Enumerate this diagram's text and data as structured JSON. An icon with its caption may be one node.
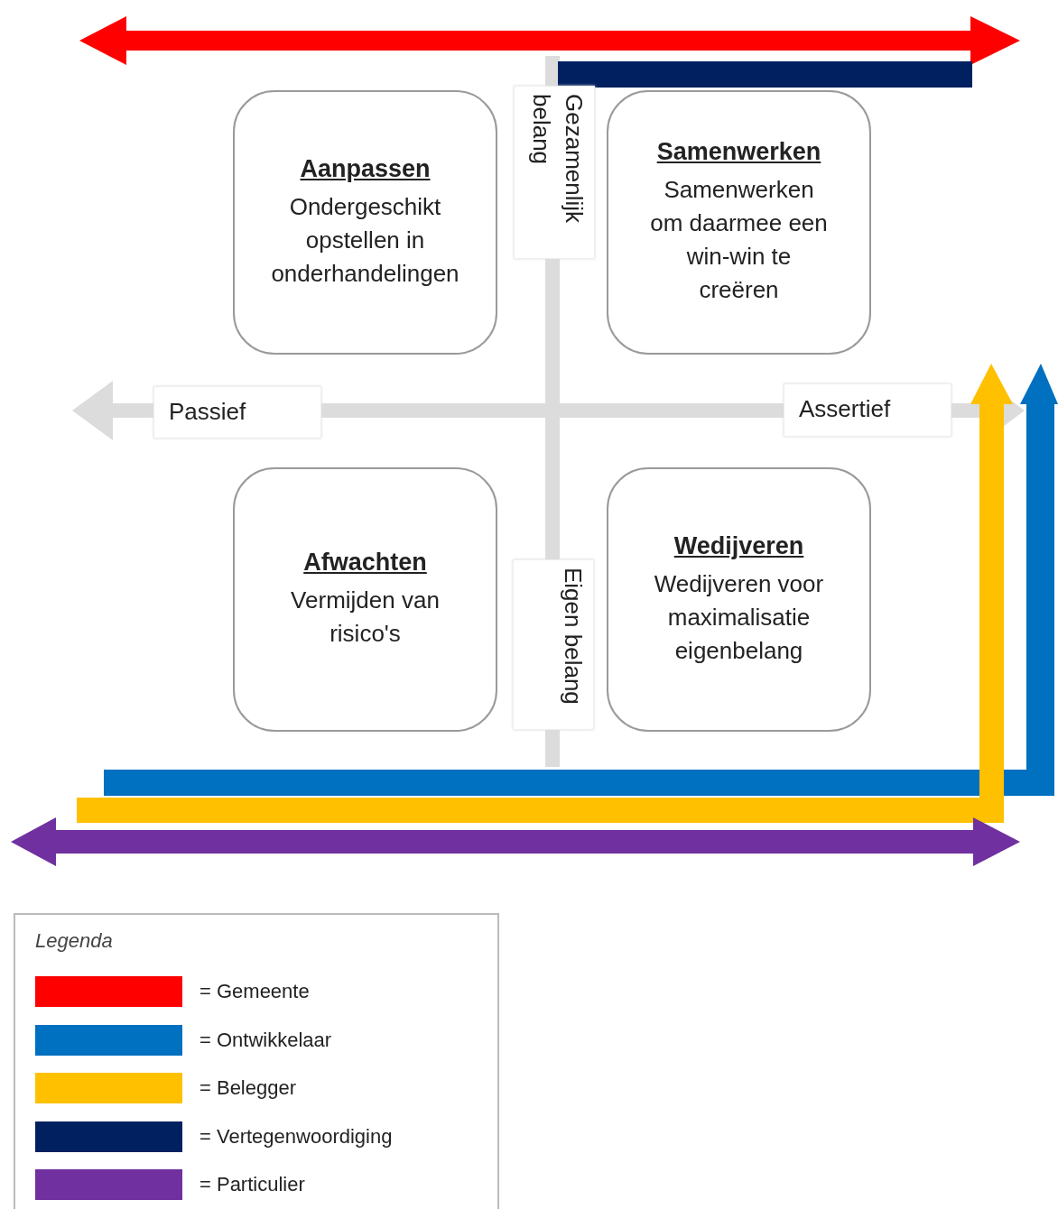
{
  "diagram": {
    "nodes": [
      {
        "text": [
          "Aanpassen",
          "Ondergeschikt opstellen in onderhandelingen"
        ]
      },
      {
        "text": [
          "Samenwerken",
          "Samenwerken om daarmee een win-win te creëren"
        ]
      },
      {
        "text": [
          "Afwachten",
          "Vermijden van risico's"
        ]
      },
      {
        "text": [
          "Wedijveren",
          "Wedijveren voor maximalisatie eigenbelang"
        ]
      }
    ],
    "labels": [
      "Gezamenlijk belang",
      "Passief",
      "Assertief",
      "Eigen belang",
      "Legenda"
    ],
    "legend": [
      {
        "text": "= Gemeente",
        "color": "#ff0000"
      },
      {
        "text": "= Ontwikkelaar",
        "color": "#0070c0"
      },
      {
        "text": "= Belegger",
        "color": "#ffc000"
      },
      {
        "text": "= Vertegenwoordiging",
        "color": "#002060"
      },
      {
        "text": "= Particulier",
        "color": "#7030a0"
      }
    ]
  }
}
